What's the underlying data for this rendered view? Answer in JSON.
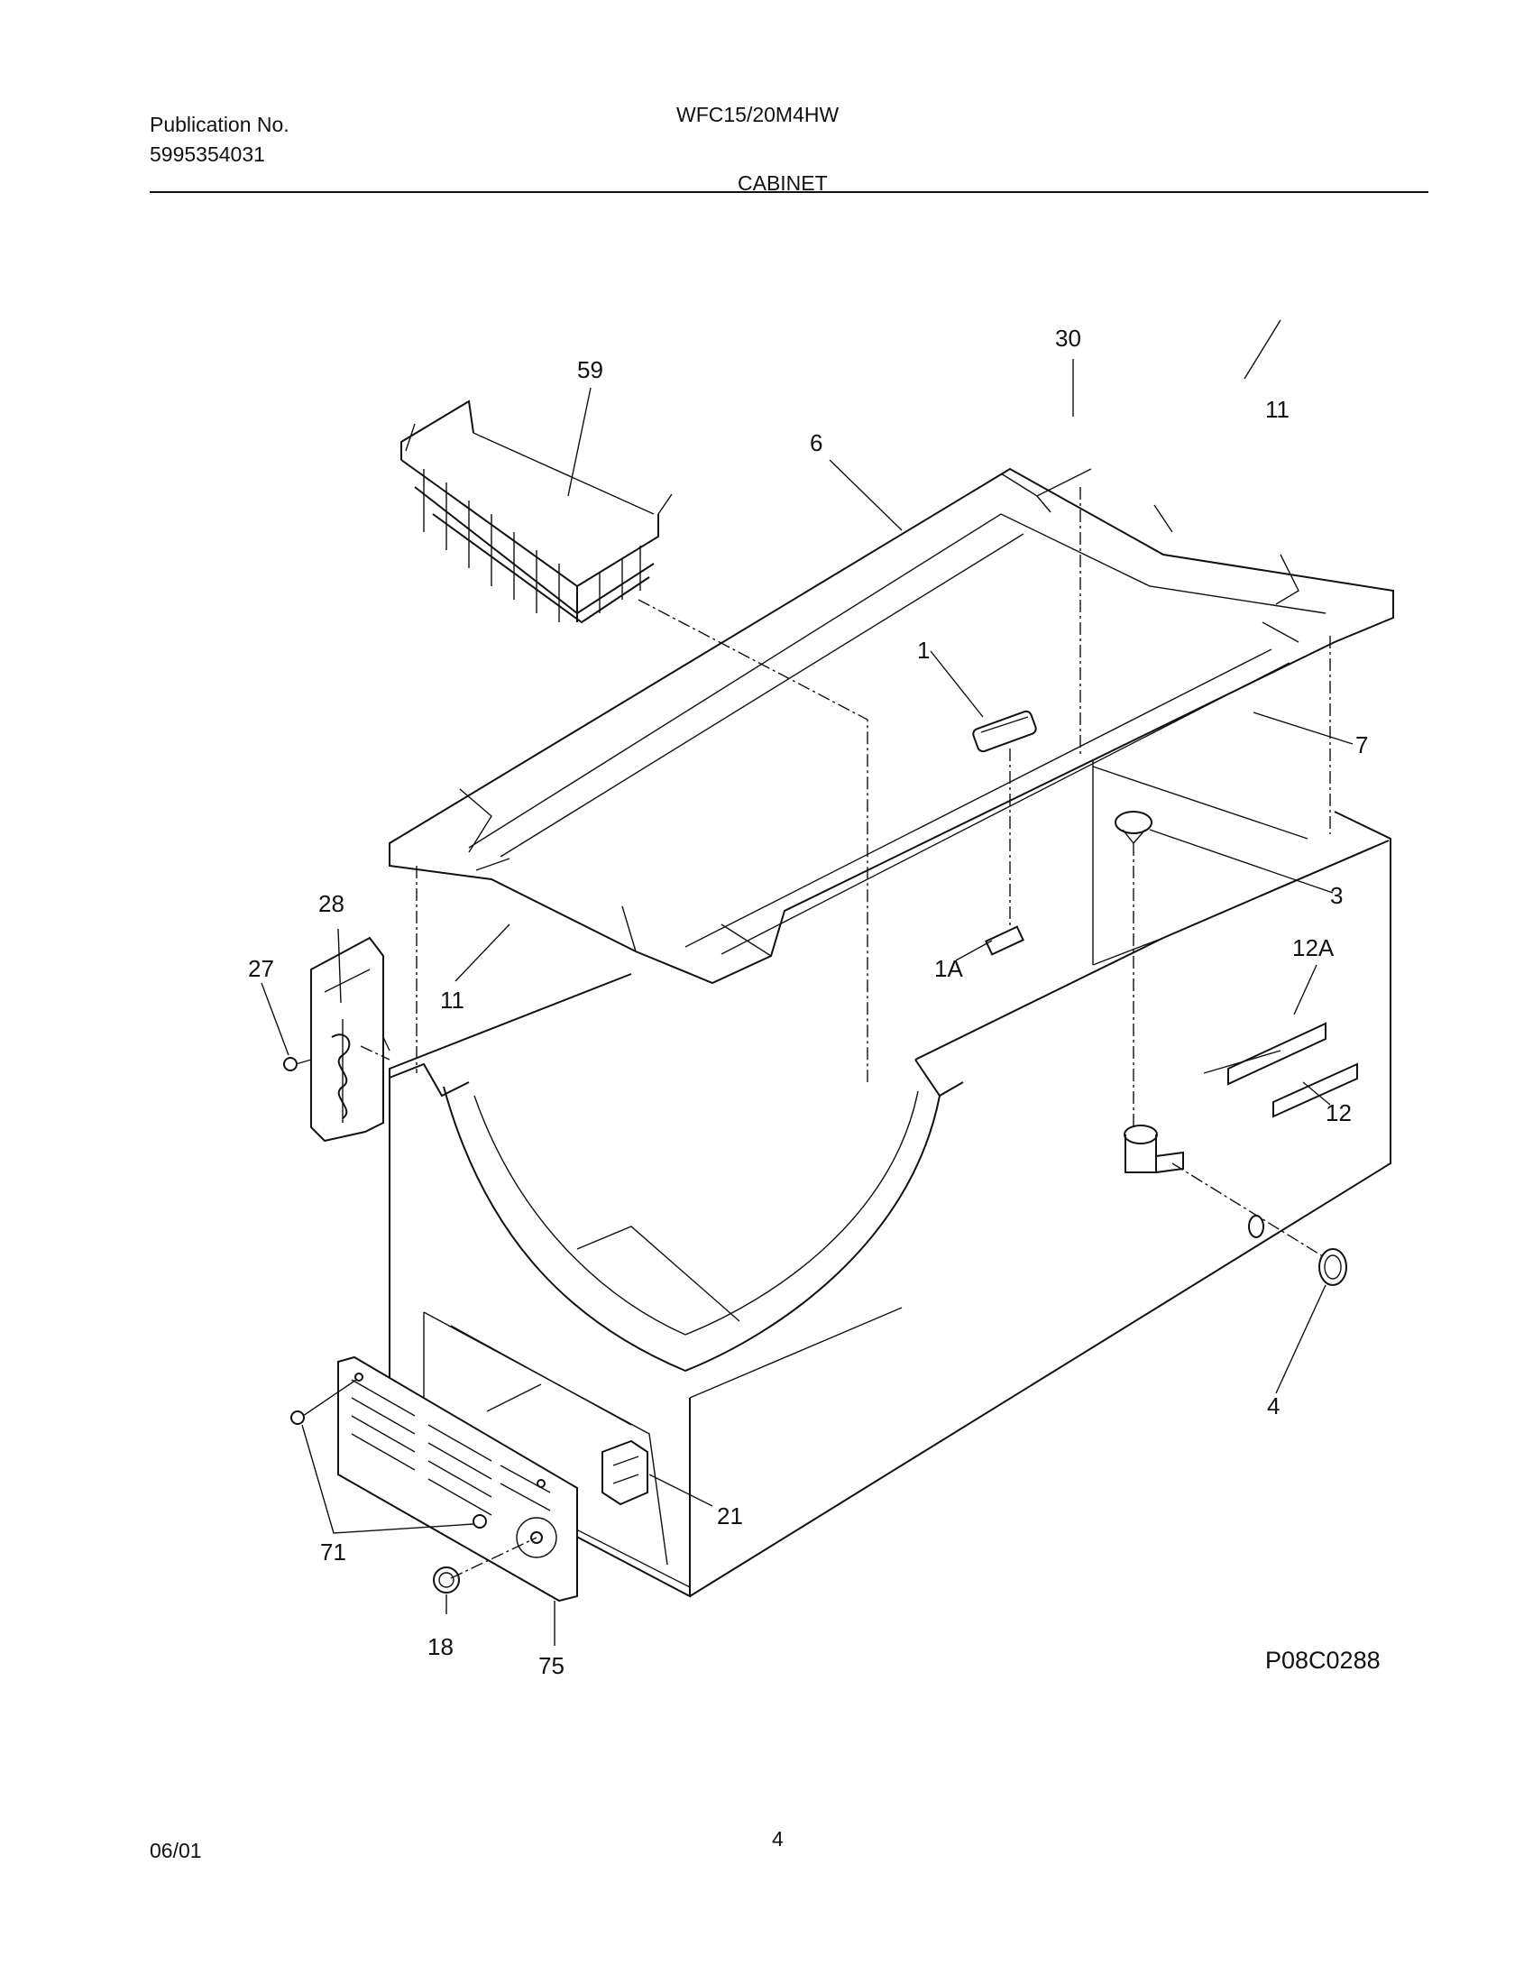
{
  "header": {
    "publication_label": "Publication No.",
    "publication_number": "5995354031",
    "model": "WFC15/20M4HW",
    "section": "CABINET"
  },
  "footer": {
    "date": "06/01",
    "page_number": "4"
  },
  "diagram": {
    "drawing_id": "P08C0288",
    "callouts": {
      "c59": "59",
      "c30": "30",
      "c6": "6",
      "c11_top": "11",
      "c1": "1",
      "c7": "7",
      "c3": "3",
      "c28": "28",
      "c27": "27",
      "c11_left": "11",
      "c1A": "1A",
      "c12A": "12A",
      "c12": "12",
      "c4": "4",
      "c21": "21",
      "c71": "71",
      "c18": "18",
      "c75": "75"
    }
  }
}
